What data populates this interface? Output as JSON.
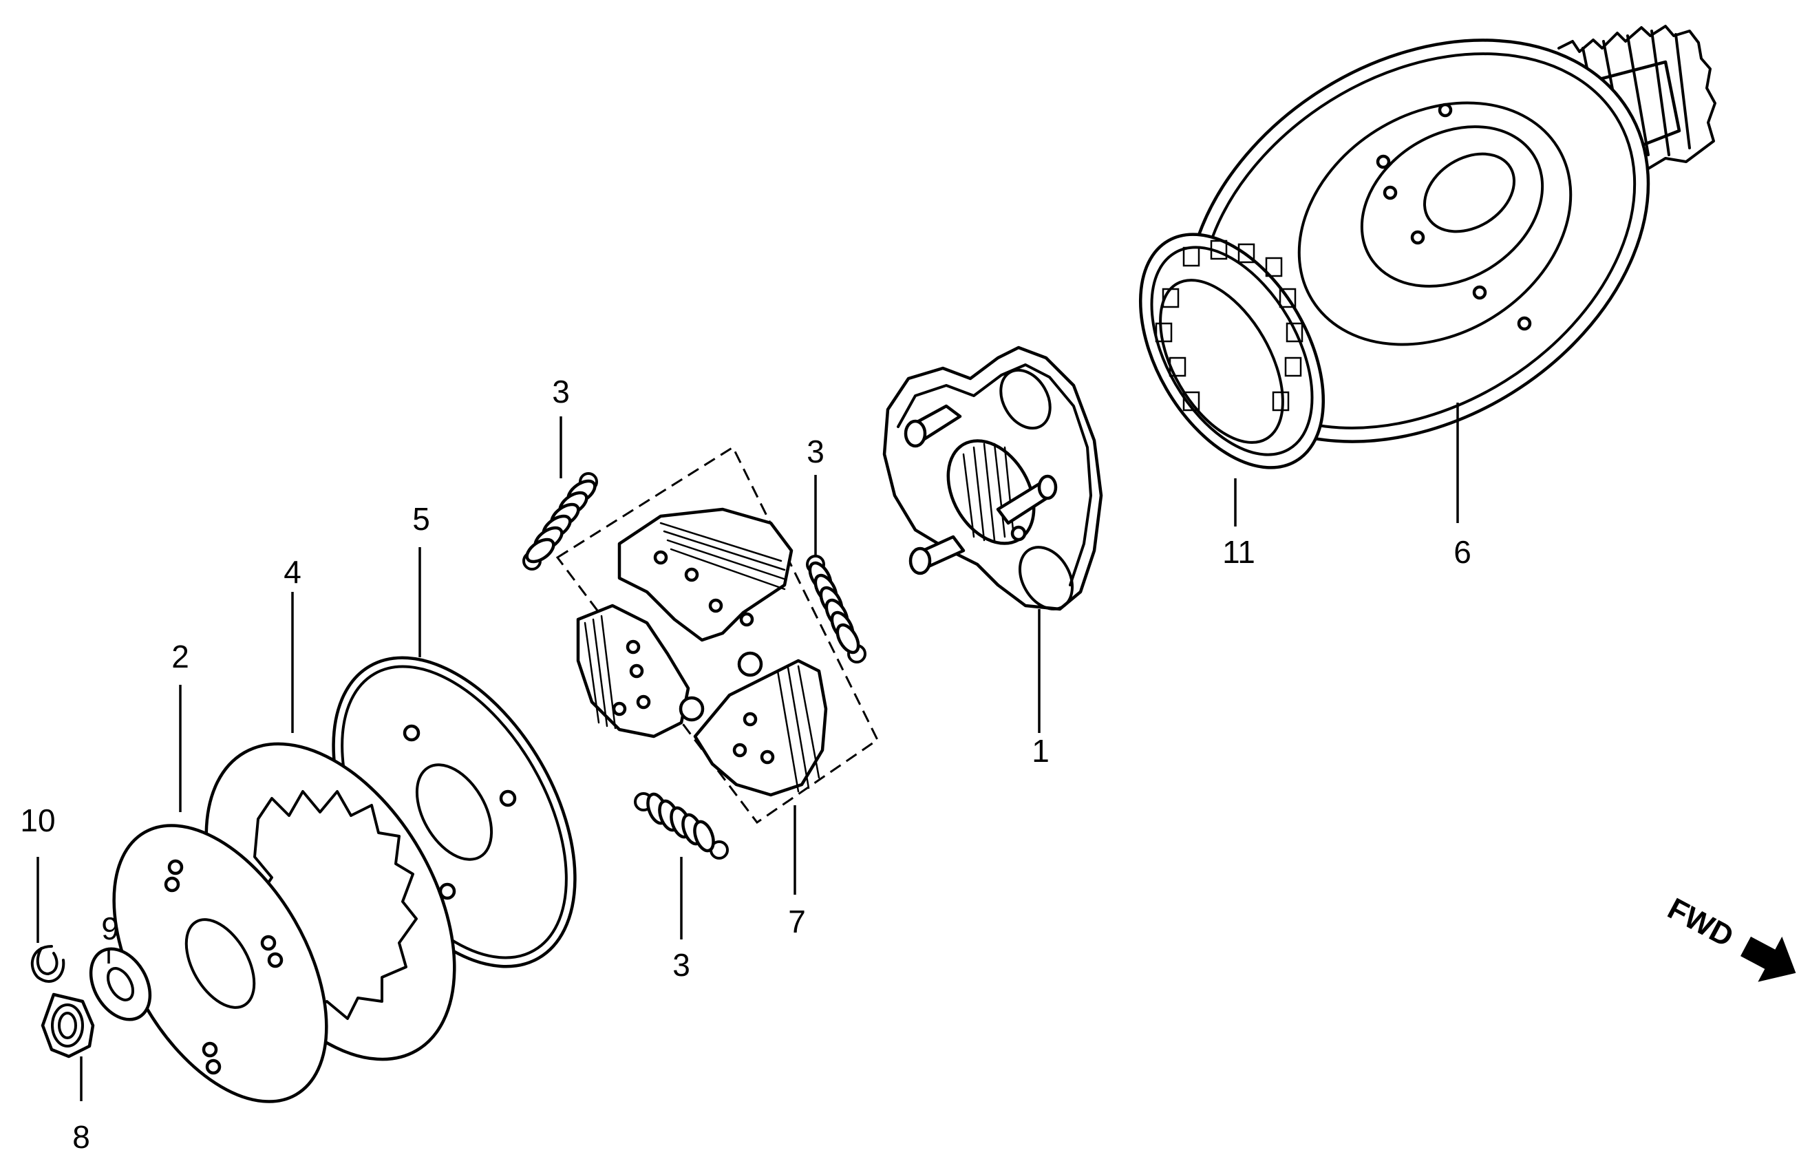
{
  "diagram": {
    "callouts": {
      "p1": "1",
      "p2": "2",
      "p3a": "3",
      "p3b": "3",
      "p3c": "3",
      "p4": "4",
      "p5": "5",
      "p6": "6",
      "p7": "7",
      "p8": "8",
      "p9": "9",
      "p10": "10",
      "p11": "11"
    },
    "direction_label": "FWD"
  }
}
